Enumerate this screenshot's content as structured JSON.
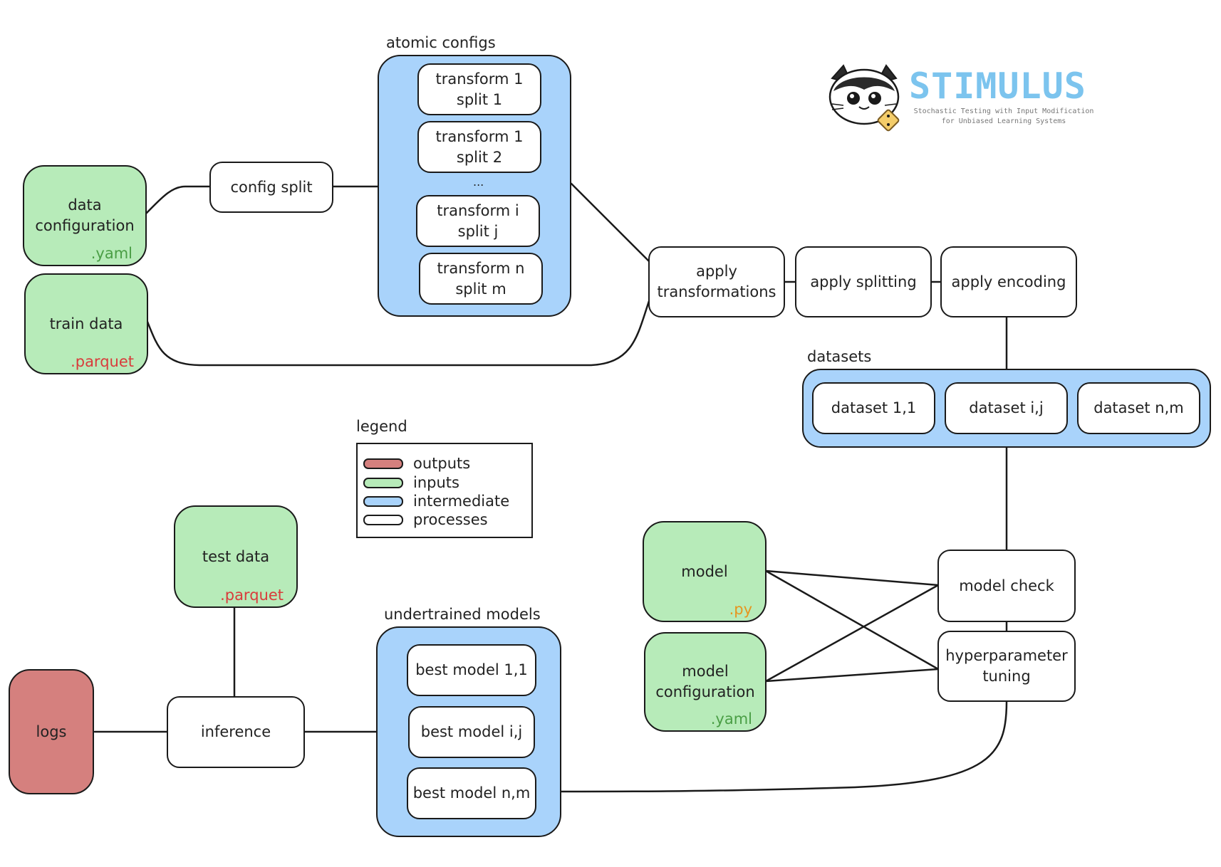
{
  "colors": {
    "inputs": "#b7ebb9",
    "outputs": "#d5807e",
    "intermediate": "#a9d3fb",
    "processes": "#ffffff",
    "yaml_ext": "#4a9e45",
    "parquet_ext": "#d93b3b",
    "py_ext": "#e6951f",
    "logo_title": "#7cc4ee"
  },
  "logo": {
    "title": "STIMULUS",
    "subtitle_line1": "Stochastic Testing with Input Modification",
    "subtitle_line2": "for Unbiased Learning Systems",
    "icon": "cat-with-dice-icon"
  },
  "groups": {
    "atomic_configs": "atomic configs",
    "datasets": "datasets",
    "undertrained_models": "undertrained models",
    "legend": "legend"
  },
  "nodes": {
    "data_configuration": {
      "line1": "data",
      "line2": "configuration",
      "ext": ".yaml"
    },
    "train_data": {
      "label": "train data",
      "ext": ".parquet"
    },
    "config_split": {
      "label": "config split"
    },
    "transform_1_split_1": {
      "line1": "transform 1",
      "line2": "split 1"
    },
    "transform_1_split_2": {
      "line1": "transform 1",
      "line2": "split 2"
    },
    "ellipsis": "...",
    "transform_i_split_j": {
      "line1": "transform i",
      "line2": "split j"
    },
    "transform_n_split_m": {
      "line1": "transform n",
      "line2": "split m"
    },
    "apply_transformations": {
      "line1": "apply",
      "line2": "transformations"
    },
    "apply_splitting": {
      "label": "apply splitting"
    },
    "apply_encoding": {
      "label": "apply encoding"
    },
    "dataset_1_1": {
      "label": "dataset 1,1"
    },
    "dataset_i_j": {
      "label": "dataset i,j"
    },
    "dataset_n_m": {
      "label": "dataset n,m"
    },
    "model": {
      "label": "model",
      "ext": ".py"
    },
    "model_configuration": {
      "line1": "model",
      "line2": "configuration",
      "ext": ".yaml"
    },
    "model_check": {
      "label": "model check"
    },
    "hyperparameter_tuning": {
      "line1": "hyperparameter",
      "line2": "tuning"
    },
    "test_data": {
      "label": "test data",
      "ext": ".parquet"
    },
    "logs": {
      "label": "logs"
    },
    "inference": {
      "label": "inference"
    },
    "best_model_1_1": {
      "label": "best model 1,1"
    },
    "best_model_i_j": {
      "label": "best model i,j"
    },
    "best_model_n_m": {
      "label": "best model n,m"
    }
  },
  "legend": {
    "items": [
      {
        "label": "outputs",
        "color": "#d5807e"
      },
      {
        "label": "inputs",
        "color": "#b7ebb9"
      },
      {
        "label": "intermediate",
        "color": "#a9d3fb"
      },
      {
        "label": "processes",
        "color": "#ffffff"
      }
    ]
  }
}
